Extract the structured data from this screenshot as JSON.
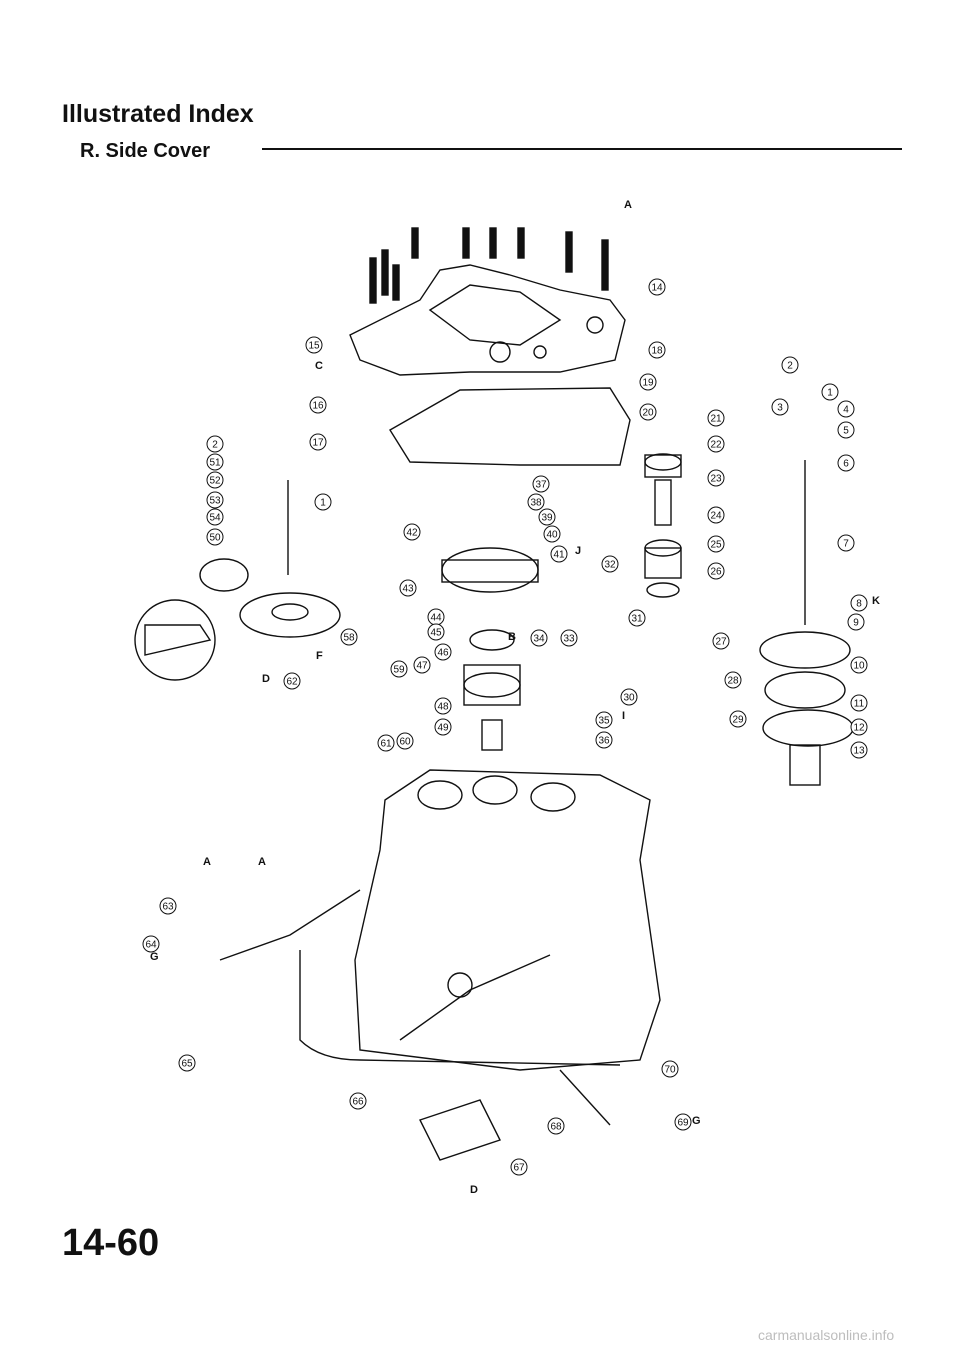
{
  "header": {
    "title": "Illustrated Index",
    "subtitle": "R. Side Cover"
  },
  "footer": {
    "page_number": "14-60",
    "watermark": "carmanualsonline.info"
  },
  "callouts": [
    "1",
    "2",
    "3",
    "4",
    "5",
    "6",
    "7",
    "8",
    "9",
    "10",
    "11",
    "12",
    "13",
    "14",
    "15",
    "16",
    "17",
    "18",
    "19",
    "20",
    "21",
    "22",
    "23",
    "24",
    "25",
    "26",
    "27",
    "28",
    "29",
    "30",
    "31",
    "32",
    "33",
    "34",
    "35",
    "36",
    "37",
    "38",
    "39",
    "40",
    "41",
    "42",
    "43",
    "44",
    "45",
    "46",
    "47",
    "48",
    "49",
    "50",
    "51",
    "52",
    "53",
    "54",
    "58",
    "59",
    "60",
    "61",
    "62",
    "63",
    "64",
    "65",
    "66",
    "67",
    "68",
    "69",
    "70",
    "1",
    "2"
  ],
  "reference_letters": [
    "A",
    "A",
    "A",
    "B",
    "C",
    "D",
    "D",
    "F",
    "G",
    "G",
    "I",
    "J",
    "K"
  ]
}
